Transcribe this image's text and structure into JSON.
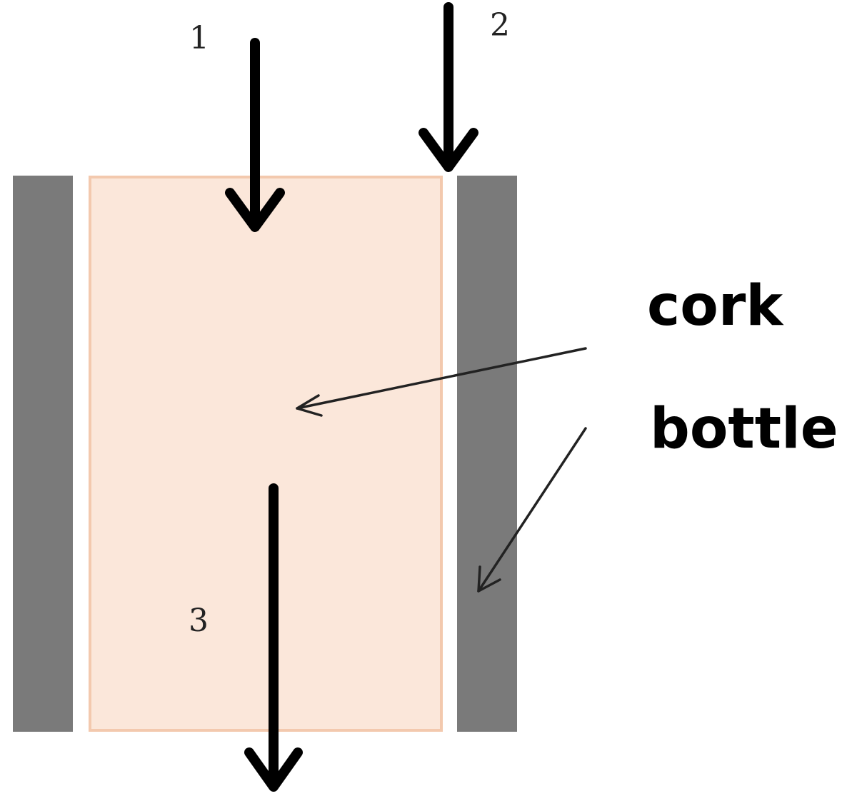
{
  "labels": {
    "arrow_1": "1",
    "arrow_2": "2",
    "arrow_3": "3",
    "cork": "cork",
    "bottle": "bottle"
  },
  "colors": {
    "background": "#ffffff",
    "bottle_wall": "#7a7a7a",
    "cork_fill": "#fbe7da",
    "cork_border": "#f3c9ae",
    "arrow": "#000000",
    "pointer_line": "#222222"
  }
}
